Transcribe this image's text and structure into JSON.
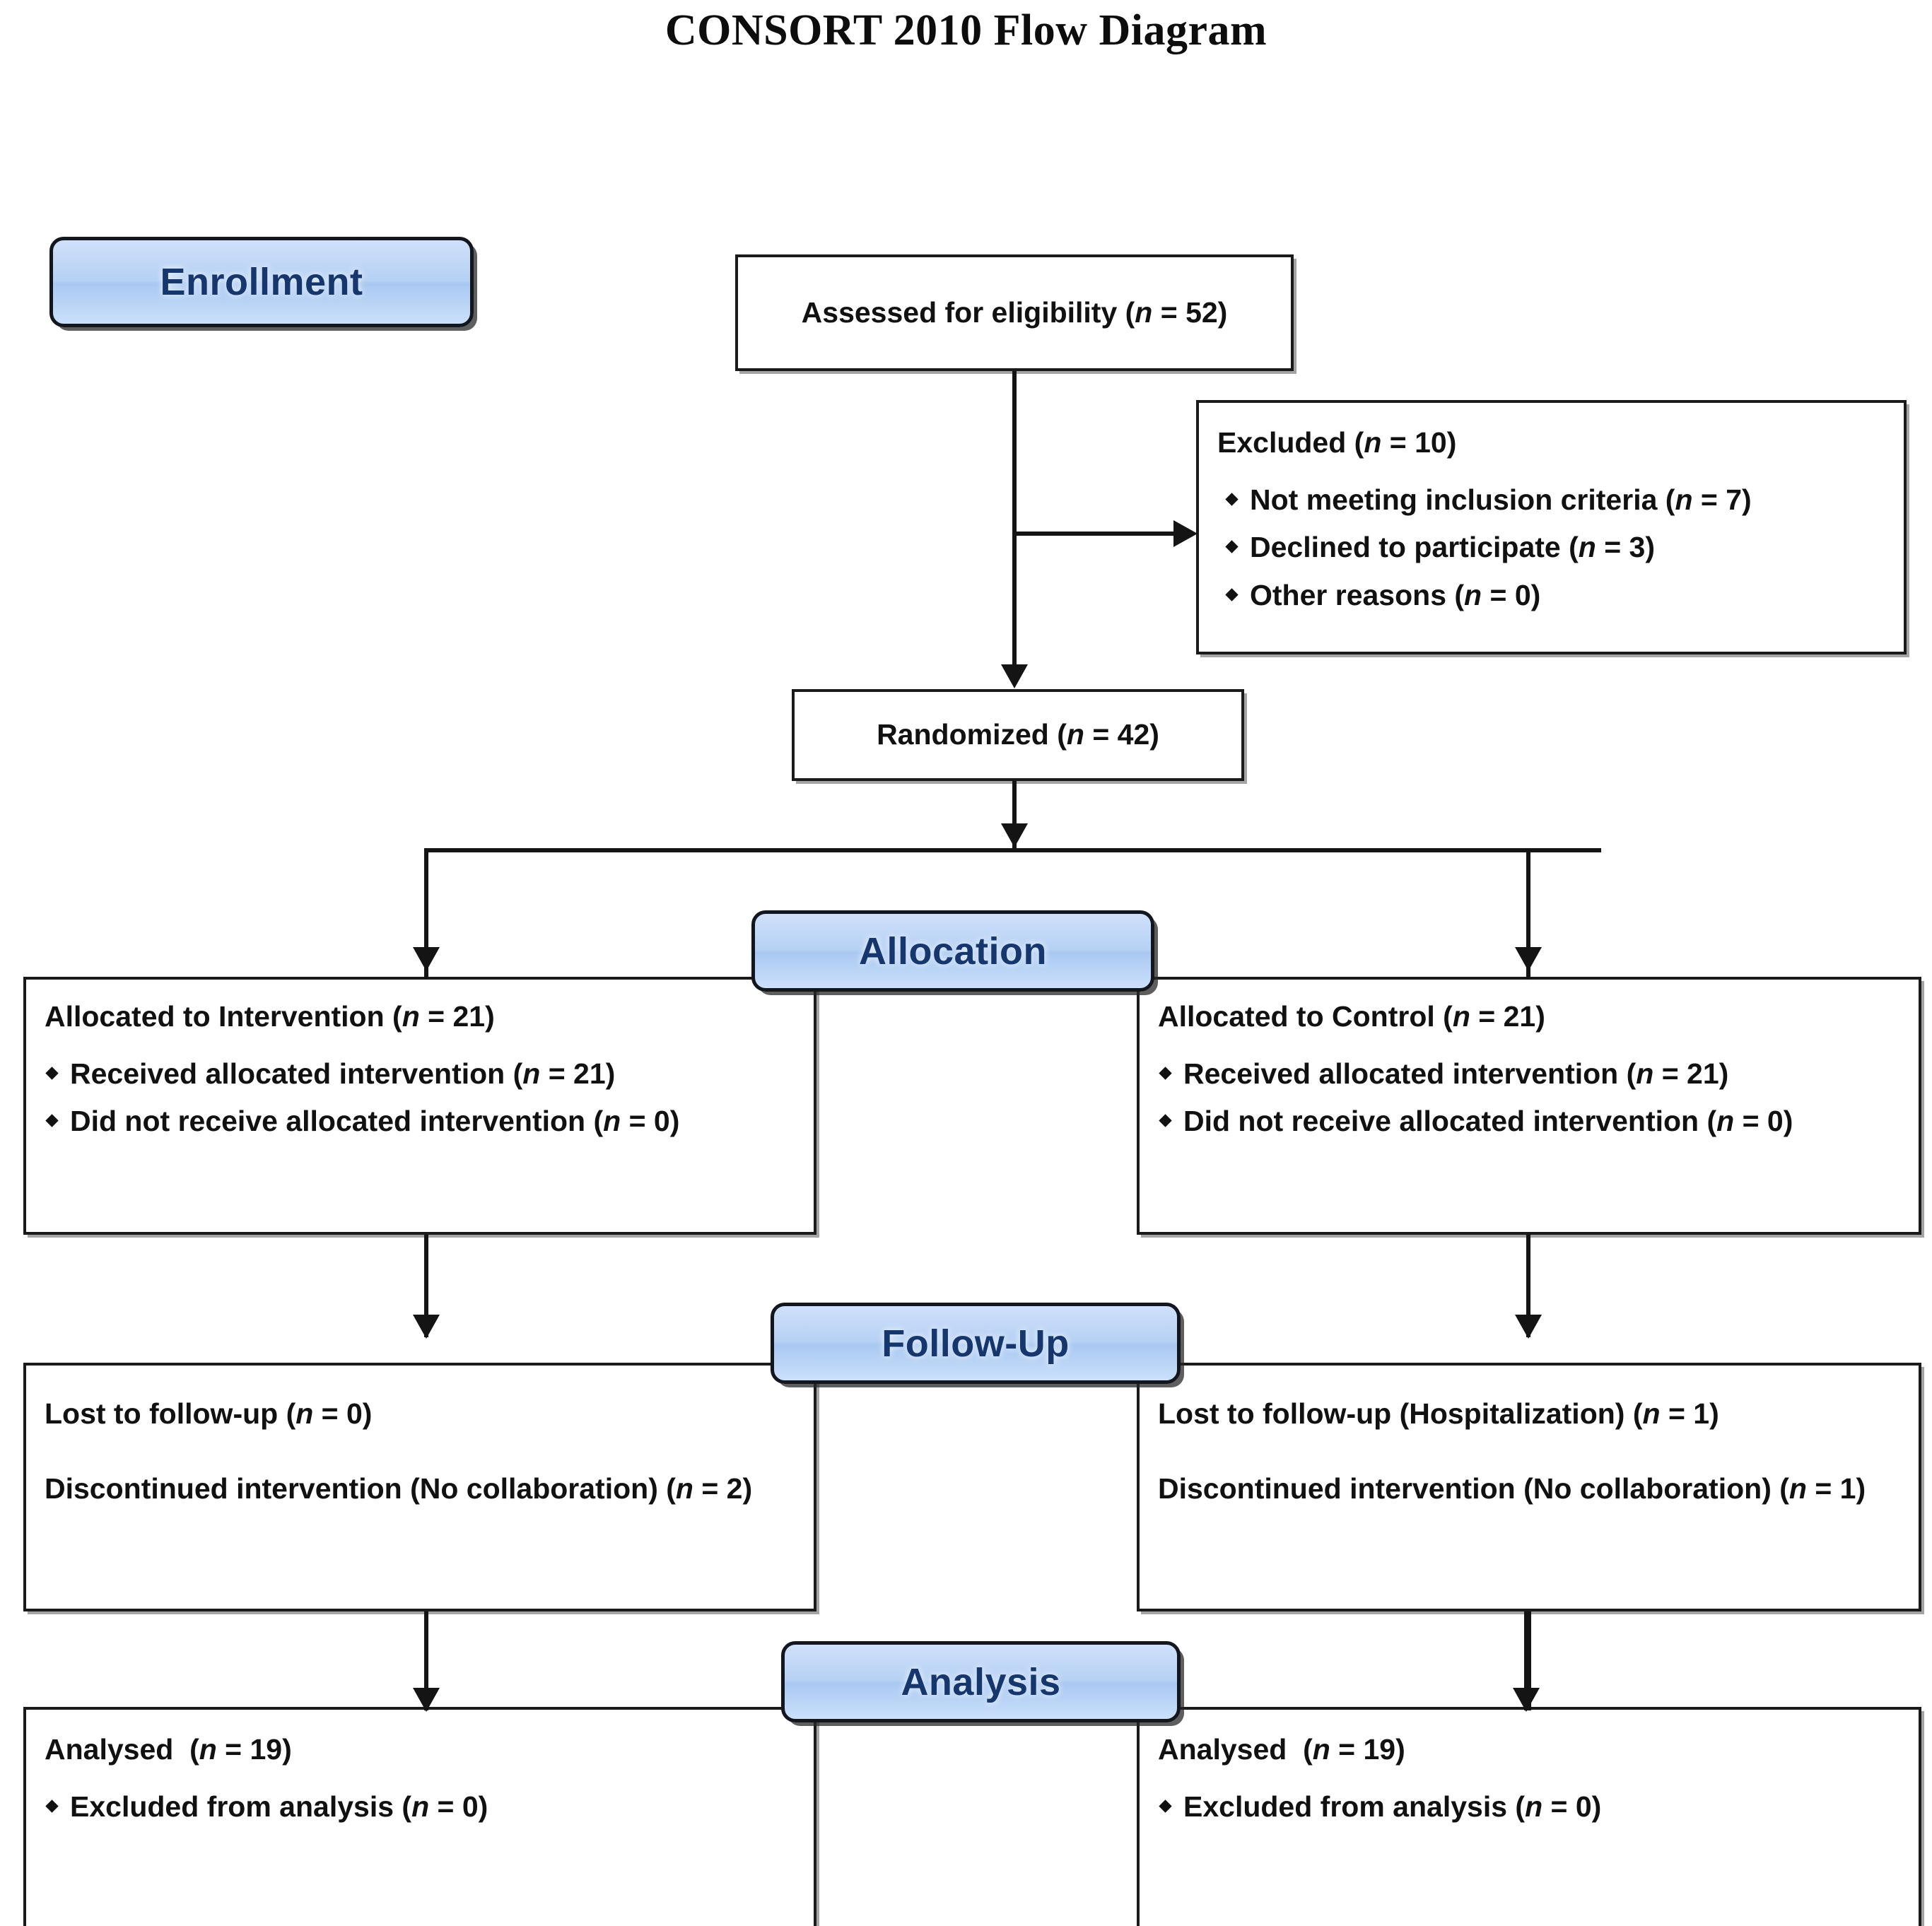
{
  "title": "CONSORT 2010 Flow Diagram",
  "stages": {
    "enrollment": "Enrollment",
    "allocation": "Allocation",
    "followup": "Follow-Up",
    "analysis": "Analysis"
  },
  "colors": {
    "badge_fill_light": "#cfe0fa",
    "badge_fill_dark": "#a9c8f2",
    "badge_text": "#16366e",
    "box_border": "#1a1a1a",
    "connector": "#141414",
    "background": "#ffffff"
  },
  "nodes": {
    "assessed": {
      "text": "Assessed for eligibility (n = 52)",
      "label": "Assessed for eligibility",
      "n": 52
    },
    "excluded": {
      "heading": "Excluded (n = 10)",
      "n": 10,
      "reasons": [
        {
          "text": "Not meeting inclusion criteria (n = 7)",
          "label": "Not meeting inclusion criteria",
          "n": 7
        },
        {
          "text": "Declined to participate (n = 3)",
          "label": "Declined to participate",
          "n": 3
        },
        {
          "text": "Other reasons (n = 0)",
          "label": "Other reasons",
          "n": 0
        }
      ]
    },
    "randomized": {
      "text": "Randomized (n = 42)",
      "label": "Randomized",
      "n": 42
    },
    "allocation_left": {
      "heading": "Allocated to Intervention (n = 21)",
      "n": 21,
      "items": [
        {
          "text": "Received allocated intervention (n = 21)",
          "n": 21
        },
        {
          "text": "Did not receive allocated intervention (n = 0)",
          "n": 0
        }
      ]
    },
    "allocation_right": {
      "heading": "Allocated to Control (n = 21)",
      "n": 21,
      "items": [
        {
          "text": "Received allocated intervention (n = 21)",
          "n": 21
        },
        {
          "text": "Did not receive allocated intervention (n = 0)",
          "n": 0
        }
      ]
    },
    "followup_left": {
      "line1": "Lost to follow-up (n = 0)",
      "line2": "Discontinued intervention (No collaboration) (n = 2)",
      "lost_n": 0,
      "discontinued_n": 2
    },
    "followup_right": {
      "line1": "Lost to follow-up (Hospitalization) (n = 1)",
      "line2": "Discontinued intervention (No collaboration) (n = 1)",
      "lost_n": 1,
      "discontinued_n": 1
    },
    "analysis_left": {
      "heading": "Analysed  (n = 19)",
      "n": 19,
      "items": [
        {
          "text": "Excluded from analysis (n = 0)",
          "n": 0
        }
      ]
    },
    "analysis_right": {
      "heading": "Analysed  (n = 19)",
      "n": 19,
      "items": [
        {
          "text": "Excluded from analysis (n = 0)",
          "n": 0
        }
      ]
    }
  }
}
